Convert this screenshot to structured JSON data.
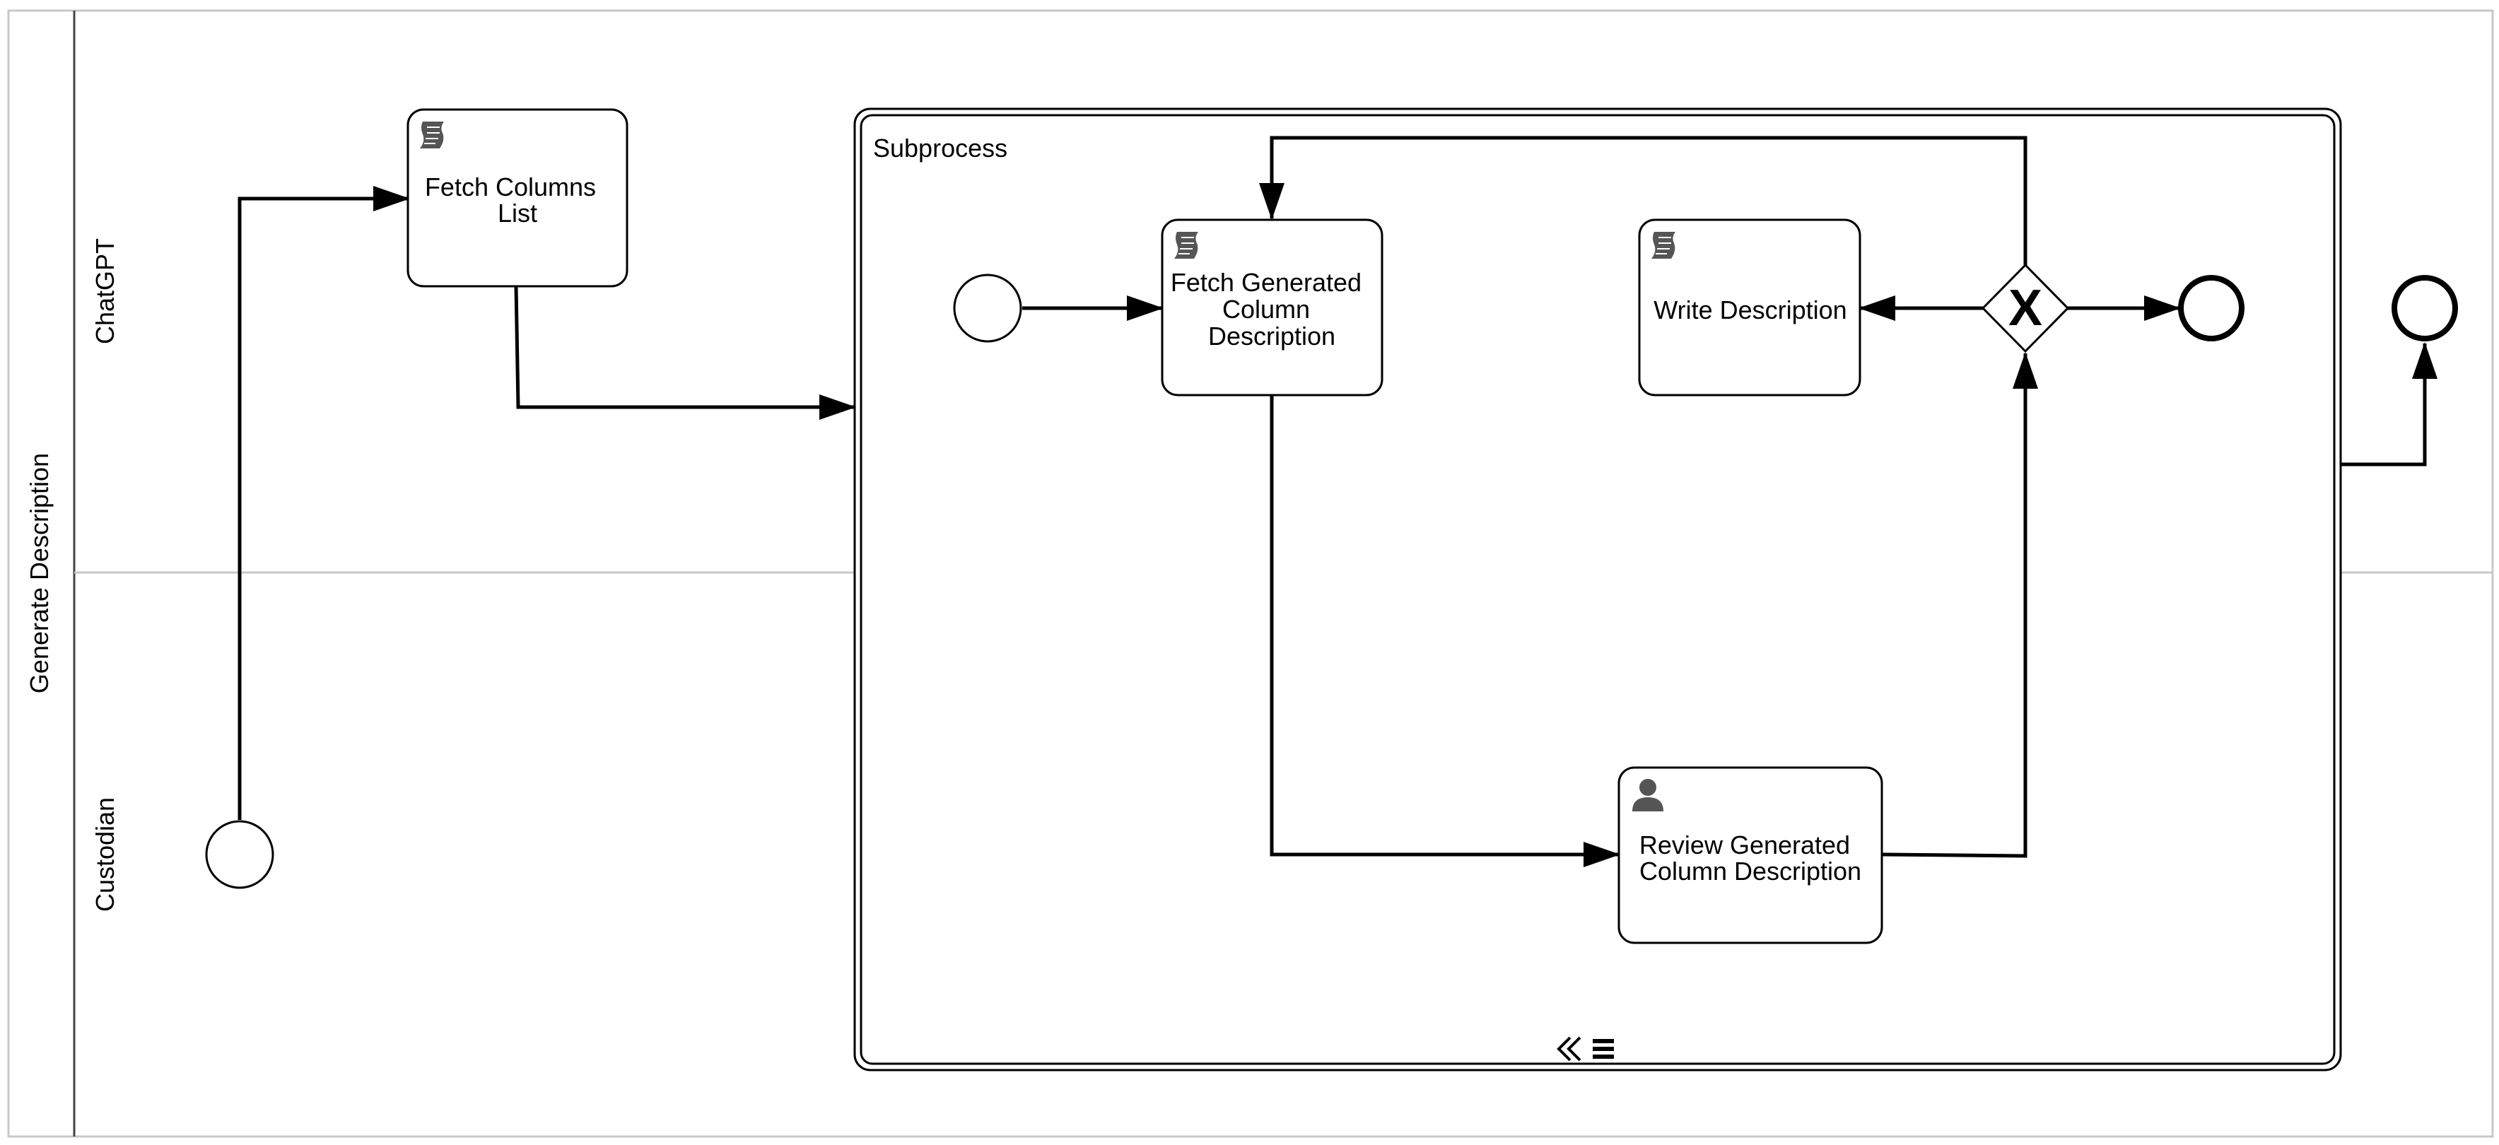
{
  "pool": {
    "label": "Generate Description"
  },
  "lanes": [
    {
      "id": "chatgpt",
      "label": "ChatGPT"
    },
    {
      "id": "custodian",
      "label": "Custodian"
    }
  ],
  "subprocess": {
    "label": "Subprocess"
  },
  "tasks": {
    "fetch_columns": {
      "type": "script",
      "icon": "script-icon",
      "lines": [
        "Fetch Columns",
        "List"
      ]
    },
    "fetch_generated": {
      "type": "script",
      "icon": "script-icon",
      "lines": [
        "Fetch Generated",
        "Column",
        "Description"
      ]
    },
    "write_description": {
      "type": "script",
      "icon": "script-icon",
      "lines": [
        "Write Description"
      ]
    },
    "review_generated": {
      "type": "user",
      "icon": "user-icon",
      "lines": [
        "Review Generated",
        "Column Description"
      ]
    }
  },
  "gateway": {
    "type": "exclusive",
    "marker": "X"
  },
  "colors": {
    "stroke": "#000000",
    "lane_border": "#c8c8c8",
    "icon": "#555555",
    "background": "#ffffff"
  }
}
